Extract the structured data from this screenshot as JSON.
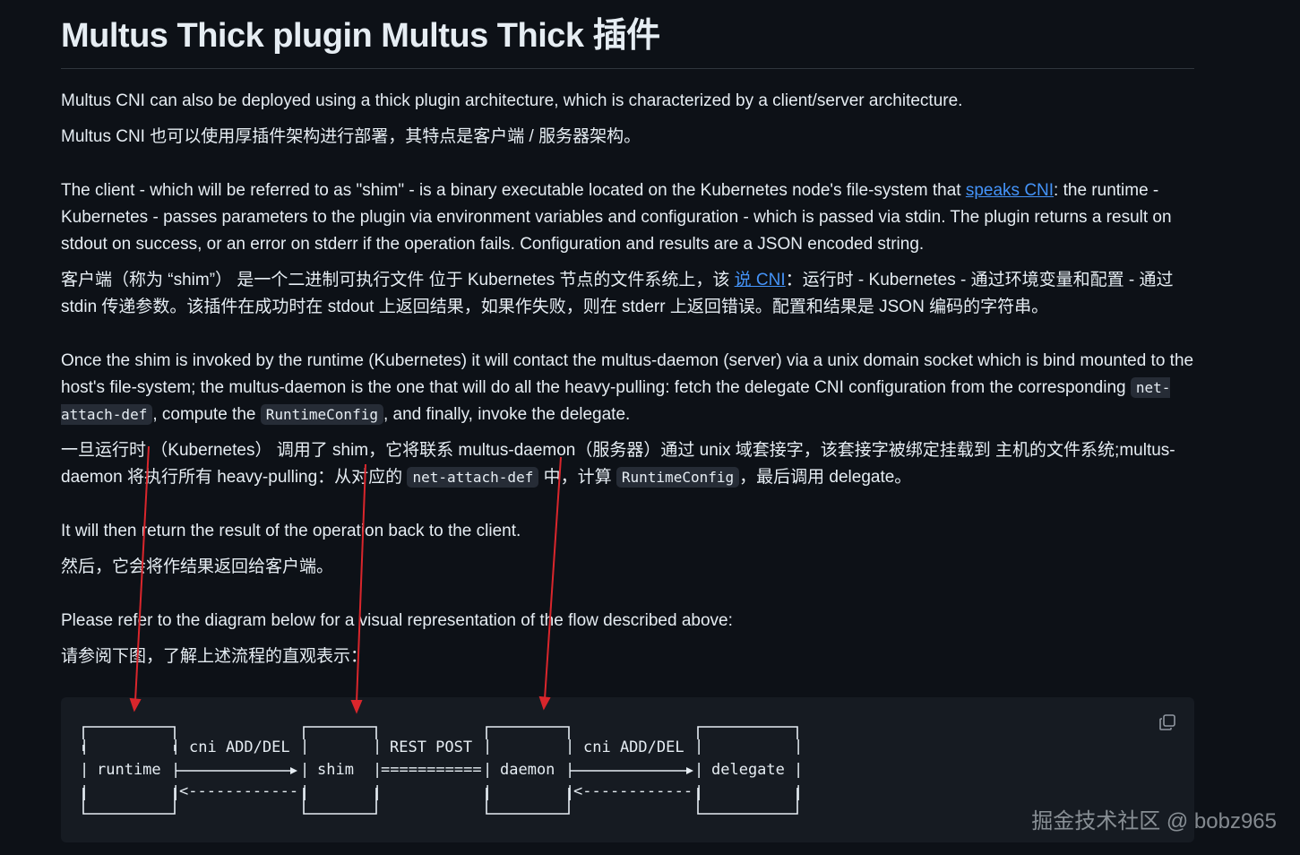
{
  "heading": "Multus Thick plugin  Multus Thick 插件",
  "p1_en": "Multus CNI can also be deployed using a thick plugin architecture, which is characterized by a client/server architecture.",
  "p1_zh": "Multus CNI 也可以使用厚插件架构进行部署，其特点是客户端 / 服务器架构。",
  "p2_en_a": "The client - which will be referred to as \"shim\" - is a binary executable located on the Kubernetes node's file-system that ",
  "p2_en_link": "speaks CNI",
  "p2_en_b": ": the runtime - Kubernetes - passes parameters to the plugin via environment variables and configuration - which is passed via stdin. The plugin returns a result on stdout on success, or an error on stderr if the operation fails. Configuration and results are a JSON encoded string.",
  "p2_zh_a": "客户端（称为 “shim”） 是一个二进制可执行文件 位于 Kubernetes 节点的文件系统上，该 ",
  "p2_zh_link": "说 CNI",
  "p2_zh_b": "：运行时 - Kubernetes - 通过环境变量和配置 - 通过 stdin 传递参数。该插件在成功时在 stdout 上返回结果，如果作失败，则在 stderr 上返回错误。配置和结果是 JSON 编码的字符串。",
  "p3_en_a": "Once the shim is invoked by the runtime (Kubernetes) it will contact the multus-daemon (server) via a unix domain socket which is bind mounted to the host's file-system; the multus-daemon is the one that will do all the heavy-pulling: fetch the delegate CNI configuration from the corresponding ",
  "code_net_attach": "net-attach-def",
  "p3_en_b": ", compute the ",
  "code_runtime_config": "RuntimeConfig",
  "p3_en_c": ", and finally, invoke the delegate.",
  "p3_zh_a": "一旦运行时 （Kubernetes） 调用了 shim，它将联系 multus-daemon（服务器）通过 unix 域套接字，该套接字被绑定挂载到 主机的文件系统;multus-daemon 将执行所有 heavy-pulling：从对应的 ",
  "p3_zh_b": " 中，计算 ",
  "p3_zh_c": "，最后调用 delegate。",
  "p4_en": "It will then return the result of the operation back to the client.",
  "p4_zh": "然后，它会将作结果返回给客户端。",
  "p5_en": "Please refer to the diagram below for a visual representation of the flow described above:",
  "p5_zh": "请参阅下图，了解上述流程的直观表示：",
  "diagram": {
    "runtime": "runtime",
    "shim": "shim",
    "daemon": "daemon",
    "delegate": "delegate",
    "edge1": "cni ADD/DEL",
    "edge2": "REST POST",
    "edge2_line": "===========",
    "edge3": "cni ADD/DEL",
    "return_line": "<------------"
  },
  "watermark": "掘金技术社区 @ bobz965",
  "colors": {
    "background": "#0d1117",
    "link": "#4493f8",
    "annotation": "#d9262c"
  }
}
